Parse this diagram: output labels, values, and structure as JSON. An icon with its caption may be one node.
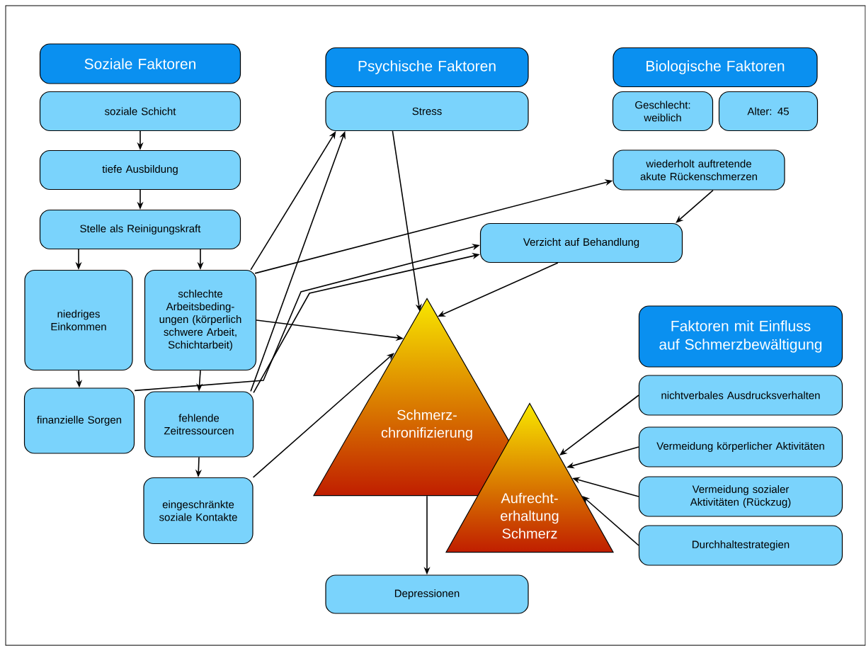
{
  "diagram": {
    "nodes": [
      {
        "text": [
          "Soziale Faktoren"
        ]
      },
      {
        "text": [
          "soziale Schicht"
        ]
      },
      {
        "text": [
          "tiefe Ausbildung"
        ]
      },
      {
        "text": [
          "Stelle als Reinigungskraft"
        ]
      },
      {
        "text": [
          "niedriges Einkommen"
        ]
      },
      {
        "text": [
          "schlechte Arbeitsbeding- ungen (körperlich schwere Arbeit, Schichtarbeit)"
        ]
      },
      {
        "text": [
          "finanzielle Sorgen"
        ]
      },
      {
        "text": [
          "fehlende Zeitressourcen"
        ]
      },
      {
        "text": [
          "eingeschränkte soziale Kontakte"
        ]
      },
      {
        "text": [
          "Psychische Faktoren"
        ]
      },
      {
        "text": [
          "Stress"
        ]
      },
      {
        "text": [
          "Biologische Faktoren"
        ]
      },
      {
        "text": [
          "Geschlecht: weiblich"
        ]
      },
      {
        "text": [
          "Alter: 45"
        ]
      },
      {
        "text": [
          "wiederholt auftretende akute Rückenschmerzen"
        ]
      },
      {
        "text": [
          "Verzicht auf Behandlung"
        ]
      },
      {
        "text": [
          "Schmerz- chronifizierung"
        ]
      },
      {
        "text": [
          "Faktoren mit Einfluss auf Schmerzbewältigung"
        ]
      },
      {
        "text": [
          "nichtverbales Ausdrucksverhalten"
        ]
      },
      {
        "text": [
          "Vermeidung körperlicher Aktivitäten"
        ]
      },
      {
        "text": [
          "Vermeidung sozialer Aktivitäten (Rückzug)"
        ]
      },
      {
        "text": [
          "Durchhaltestrategien"
        ]
      },
      {
        "text": [
          "Aufrecht- erhaltung Schmerz"
        ]
      },
      {
        "text": [
          "Depressionen"
        ]
      }
    ],
    "edges": [
      {
        "from": 1,
        "to": 2,
        "arrow": "to"
      },
      {
        "from": 2,
        "to": 3,
        "arrow": "to"
      },
      {
        "from": 3,
        "to": 4,
        "arrow": "to"
      },
      {
        "from": 3,
        "to": 5,
        "arrow": "to"
      },
      {
        "from": 4,
        "to": 6,
        "arrow": "to"
      },
      {
        "from": 5,
        "to": 7,
        "arrow": "to"
      },
      {
        "from": 7,
        "to": 8,
        "arrow": "to"
      },
      {
        "from": 5,
        "to": 10,
        "arrow": "to"
      },
      {
        "from": 7,
        "to": 10,
        "arrow": "to"
      },
      {
        "from": 5,
        "to": 14,
        "arrow": "to"
      },
      {
        "from": 6,
        "to": 15,
        "arrow": "to"
      },
      {
        "from": 7,
        "to": 15,
        "arrow": "to"
      },
      {
        "from": 5,
        "to": 16,
        "arrow": "to"
      },
      {
        "from": 8,
        "to": 16,
        "arrow": "to"
      },
      {
        "from": 10,
        "to": 16,
        "arrow": "to"
      },
      {
        "from": 15,
        "to": 16,
        "arrow": "to"
      },
      {
        "from": 14,
        "to": 15,
        "arrow": "to"
      },
      {
        "from": 16,
        "to": 23,
        "arrow": "to"
      },
      {
        "from": 18,
        "to": 22,
        "arrow": "to"
      },
      {
        "from": 19,
        "to": 22,
        "arrow": "to"
      },
      {
        "from": 20,
        "to": 22,
        "arrow": "to"
      },
      {
        "from": 21,
        "to": 22,
        "arrow": "to"
      }
    ]
  }
}
